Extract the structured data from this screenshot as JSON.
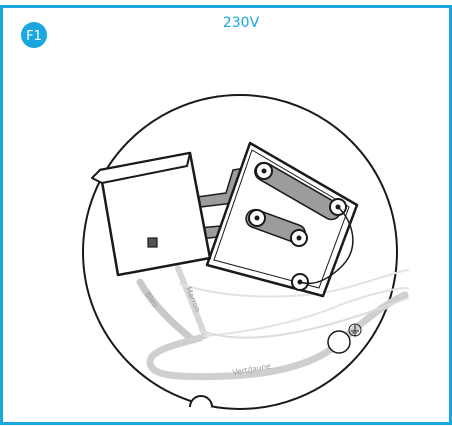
{
  "figure": {
    "badge": "F1",
    "voltage": "230V"
  },
  "wires": {
    "blue": "Bleu",
    "brown": "Marron",
    "green_yellow": "Vert/Jaune"
  },
  "colors": {
    "accent": "#1aa7e0",
    "line": "#1a1a1a",
    "conductor": "#9c9c9c",
    "wire": "#cfcfcf"
  }
}
